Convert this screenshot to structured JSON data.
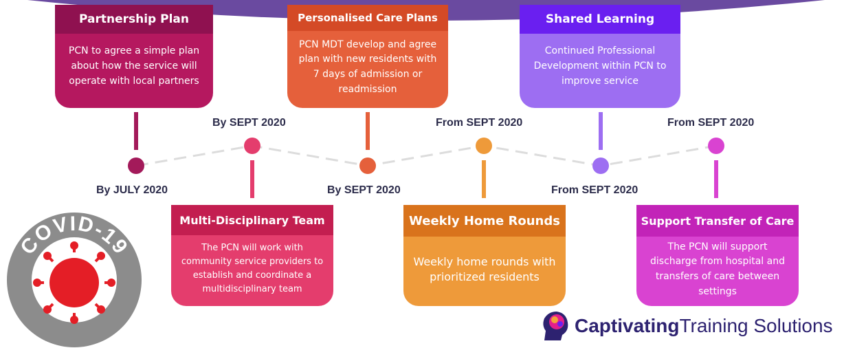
{
  "top_cards": [
    {
      "title": "Partnership Plan",
      "body": "PCN to agree a simple plan about how the service will operate with local partners",
      "color": "#b5185f",
      "header_color": "#8f1150"
    },
    {
      "title": "Personalised Care Plans",
      "body": "PCN MDT develop and agree plan with new residents with 7 days of admission or readmission",
      "color": "#e5603b",
      "header_color": "#d44a26"
    },
    {
      "title": "Shared Learning",
      "body": "Continued Professional Development within PCN to improve service",
      "color": "#9d6ef2",
      "header_color": "#6a1ff0"
    }
  ],
  "bottom_cards": [
    {
      "title": "Multi-Disciplinary Team",
      "body": "The PCN will work with community service providers to establish and coordinate a multidisciplinary team",
      "color": "#e43d6d",
      "header_color": "#c31e50"
    },
    {
      "title": "Weekly Home Rounds",
      "body": "Weekly home rounds with prioritized residents",
      "color": "#ee9a3a",
      "header_color": "#d9731c"
    },
    {
      "title": "Support Transfer of Care",
      "body": "The PCN will support discharge from hospital and transfers of care between settings",
      "color": "#d943d1",
      "header_color": "#c223b8"
    }
  ],
  "dates": {
    "d1": "By JULY 2020",
    "d2": "By SEPT 2020",
    "d3": "By SEPT 2020",
    "d4": "From SEPT 2020",
    "d5": "From SEPT 2020",
    "d6": "From SEPT 2020"
  },
  "colors": {
    "arc": "#6a4aa0",
    "connector": "#dcdcdc",
    "date_text": "#2b2b4a",
    "badge_ring": "#8c8c8c",
    "virus": "#e41e26",
    "logo_text": "#2d2270"
  },
  "badge": {
    "text": "COVID-19"
  },
  "logo": {
    "bold": "Captivating",
    "regular": "Training Solutions"
  }
}
